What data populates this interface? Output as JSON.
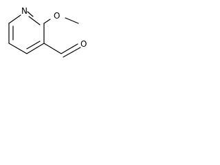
{
  "molecule": {
    "atoms": {
      "ring_nitrogen": "N",
      "ether_oxygen": "O",
      "aldehyde_oxygen": "O"
    },
    "colors": {
      "bond": "#000000",
      "label": "#000000",
      "background": "#ffffff"
    }
  }
}
